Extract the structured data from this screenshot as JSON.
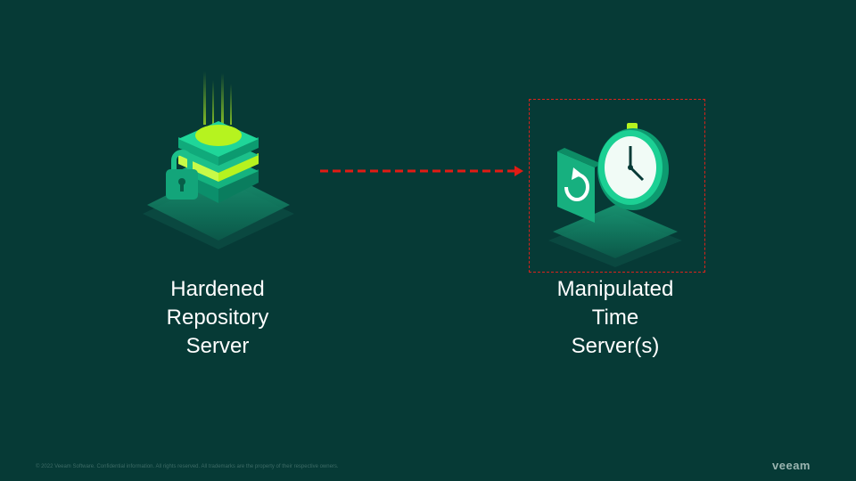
{
  "left_node": {
    "lines": [
      "Hardened",
      "Repository",
      "Server"
    ],
    "icon": "hardened-repository-server-icon"
  },
  "right_node": {
    "lines": [
      "Manipulated",
      "Time",
      "Server(s)"
    ],
    "icon": "stopwatch-time-server-icon"
  },
  "connector": {
    "style": "dashed",
    "color": "#e11b14",
    "direction": "left-to-right"
  },
  "highlight": {
    "color": "#d9231b",
    "style": "dashed"
  },
  "footer": {
    "text": "© 2022 Veeam Software. Confidential information. All rights reserved. All trademarks are the property of their respective owners."
  },
  "logo": {
    "text": "veeam"
  },
  "colors": {
    "background": "#063a36",
    "accent": "#00d15f",
    "lime": "#b6f31f"
  }
}
